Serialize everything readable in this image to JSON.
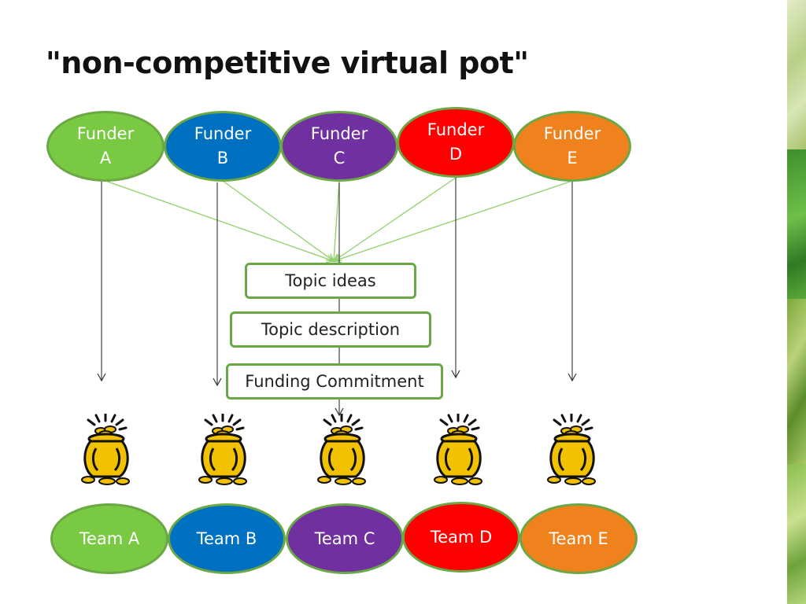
{
  "slide": {
    "title": "\"non-competitive virtual pot\""
  },
  "funders": [
    {
      "line1": "Funder",
      "line2": "A",
      "color": "#7ac943"
    },
    {
      "line1": "Funder",
      "line2": "B",
      "color": "#0070c0"
    },
    {
      "line1": "Funder",
      "line2": "C",
      "color": "#7030a0"
    },
    {
      "line1": "Funder",
      "line2": "D",
      "color": "#ff0000"
    },
    {
      "line1": "Funder",
      "line2": "E",
      "color": "#f0821e"
    }
  ],
  "process_steps": [
    "Topic ideas",
    "Topic description",
    "Funding Commitment"
  ],
  "pots": [
    "pot-of-gold-icon",
    "pot-of-gold-icon",
    "pot-of-gold-icon",
    "pot-of-gold-icon",
    "pot-of-gold-icon"
  ],
  "teams": [
    {
      "label": "Team A",
      "color": "#7ac943"
    },
    {
      "label": "Team B",
      "color": "#0070c0"
    },
    {
      "label": "Team C",
      "color": "#7030a0"
    },
    {
      "label": "Team D",
      "color": "#ff0000"
    },
    {
      "label": "Team E",
      "color": "#f0821e"
    }
  ],
  "colors": {
    "border": "#6aa846",
    "connector": "#8fd06a",
    "arrow": "#333333",
    "pot": "#f2c200"
  }
}
